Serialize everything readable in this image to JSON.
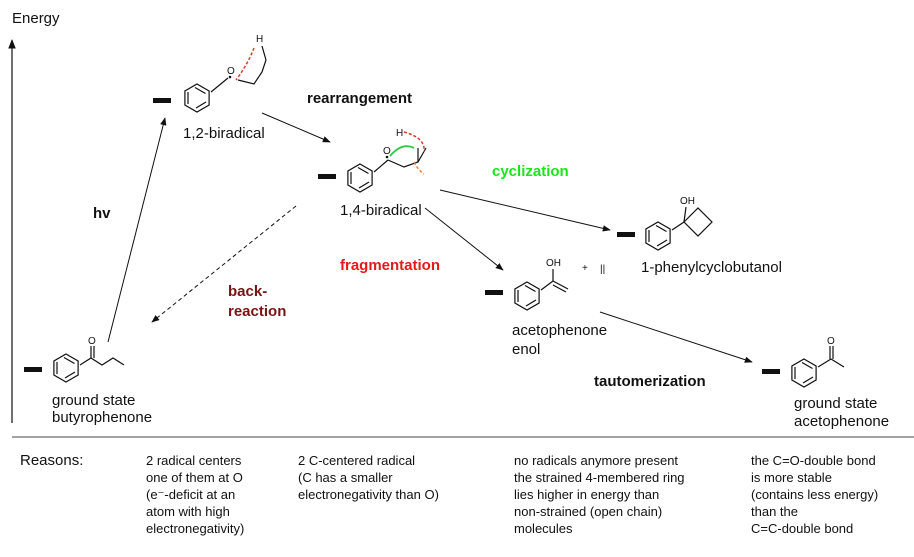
{
  "axis": {
    "label": "Energy"
  },
  "colors": {
    "black": "#111111",
    "cyclization": "#19e619",
    "fragmentation": "#e61919",
    "back_reaction": "#7a1414",
    "highlight_red": "#d63b2b",
    "highlight_green": "#2ecc40",
    "highlight_orange": "#e8833a"
  },
  "species": {
    "ground_state_butyrophenone": {
      "lines": [
        "ground state",
        "butyrophenone"
      ]
    },
    "biradical_12": {
      "label": "1,2-biradical",
      "atoms": [
        "O",
        "H"
      ]
    },
    "biradical_14": {
      "label": "1,4-biradical",
      "atoms": [
        "O",
        "H"
      ]
    },
    "phenylcyclobutanol": {
      "label": "1-phenylcyclobutanol",
      "atoms": [
        "OH"
      ]
    },
    "acetophenone_enol": {
      "lines": [
        "acetophenone",
        "enol"
      ],
      "atoms": [
        "OH",
        "+",
        "||"
      ]
    },
    "ground_state_acetophenone": {
      "lines": [
        "ground state",
        "acetophenone"
      ],
      "atoms": [
        "O"
      ]
    },
    "butyrophenone_atoms": [
      "O"
    ]
  },
  "processes": {
    "hv": "hv",
    "rearrangement": "rearrangement",
    "cyclization": "cyclization",
    "fragmentation": "fragmentation",
    "back_reaction": [
      "back-",
      "reaction"
    ],
    "tautomerization": "tautomerization"
  },
  "reasons": {
    "title": "Reasons:",
    "columns": [
      [
        "2 radical centers",
        "one of them at O",
        "(e⁻-deficit at an",
        "atom with high",
        "electronegativity)"
      ],
      [
        "2 C-centered radical",
        "(C has a smaller",
        "electronegativity than O)"
      ],
      [
        "no radicals anymore present",
        "the strained 4-membered ring",
        "lies higher in energy than",
        "non-strained (open chain)",
        "molecules"
      ],
      [
        "the C=O-double bond",
        "is more stable",
        "(contains less energy)",
        "than the",
        "C=C-double bond"
      ]
    ]
  }
}
